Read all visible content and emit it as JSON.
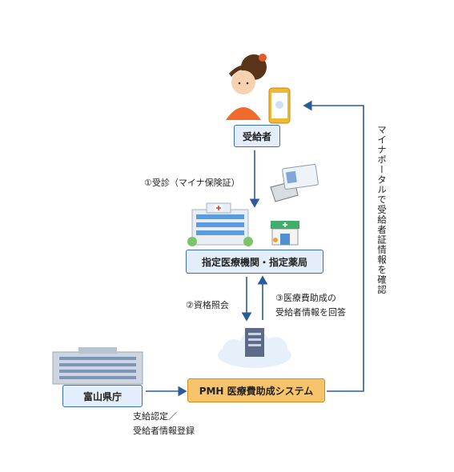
{
  "nodes": {
    "recipient": "受給者",
    "institution": "指定医療機関・指定薬局",
    "pmh_system": "PMH 医療費助成システム",
    "prefecture": "富山県庁"
  },
  "edges": {
    "visit": "①受診（マイナ保険証）",
    "eligibility_query": "②資格照会",
    "reply_line1": "③医療費助成の",
    "reply_line2": "受給者情報を回答",
    "portal_check": "マイナポータルで受給者証情報を確認",
    "register_line1": "支給認定／",
    "register_line2": "受給者情報登録"
  }
}
